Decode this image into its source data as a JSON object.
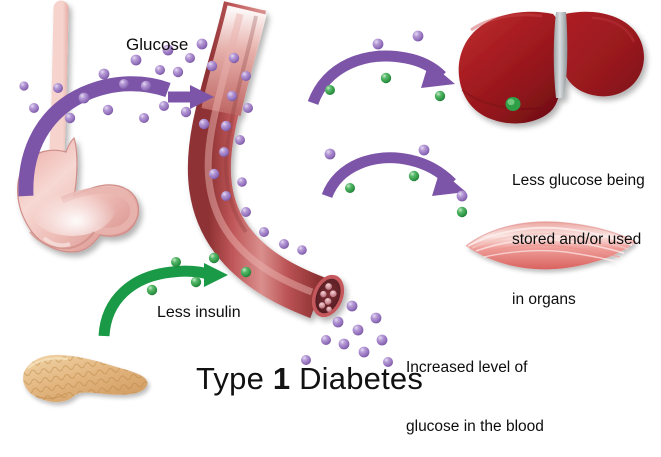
{
  "diagram": {
    "title_prefix": "Type ",
    "title_number": "1",
    "title_suffix": " Diabetes",
    "title_full": "Type 1 Diabetes"
  },
  "labels": {
    "glucose": "Glucose",
    "less_insulin": "Less insulin",
    "less_glucose_organs_line1": "Less glucose being",
    "less_glucose_organs_line2": "stored and/or used",
    "less_glucose_organs_line3": "in organs",
    "increased_blood_line1": "Increased level of",
    "increased_blood_line2": "glucose in the blood"
  },
  "organs": [
    {
      "name": "stomach",
      "label": "stomach with esophagus"
    },
    {
      "name": "blood-vessel",
      "label": "blood vessel cross-section"
    },
    {
      "name": "liver",
      "label": "liver with gallbladder"
    },
    {
      "name": "muscle",
      "label": "skeletal muscle"
    },
    {
      "name": "pancreas",
      "label": "pancreas"
    }
  ],
  "molecules": {
    "glucose_label": "glucose molecule",
    "insulin_label": "insulin molecule",
    "glucose_count": 46,
    "insulin_count": 11
  },
  "arrows": [
    {
      "name": "glucose-absorption-arrow",
      "color": "#7d55a8"
    },
    {
      "name": "glucose-into-vessel-arrow",
      "color": "#7d55a8"
    },
    {
      "name": "glucose-to-liver-arrow",
      "color": "#7d55a8"
    },
    {
      "name": "glucose-to-muscle-arrow",
      "color": "#7d55a8"
    },
    {
      "name": "insulin-release-arrow",
      "color": "#1f9c4a"
    }
  ],
  "colors": {
    "glucose_purple": "#9b7cc4",
    "insulin_green": "#2e9e46",
    "arrow_purple": "#7d55a8",
    "arrow_green": "#1a9a46",
    "liver_red": "#a81d22",
    "vessel_red": "#b4494c",
    "stomach_pink": "#e8a9a4",
    "muscle_pink": "#e8837f",
    "pancreas_tan": "#e0b47c",
    "text": "#0d0d0d",
    "background": "#ffffff"
  }
}
